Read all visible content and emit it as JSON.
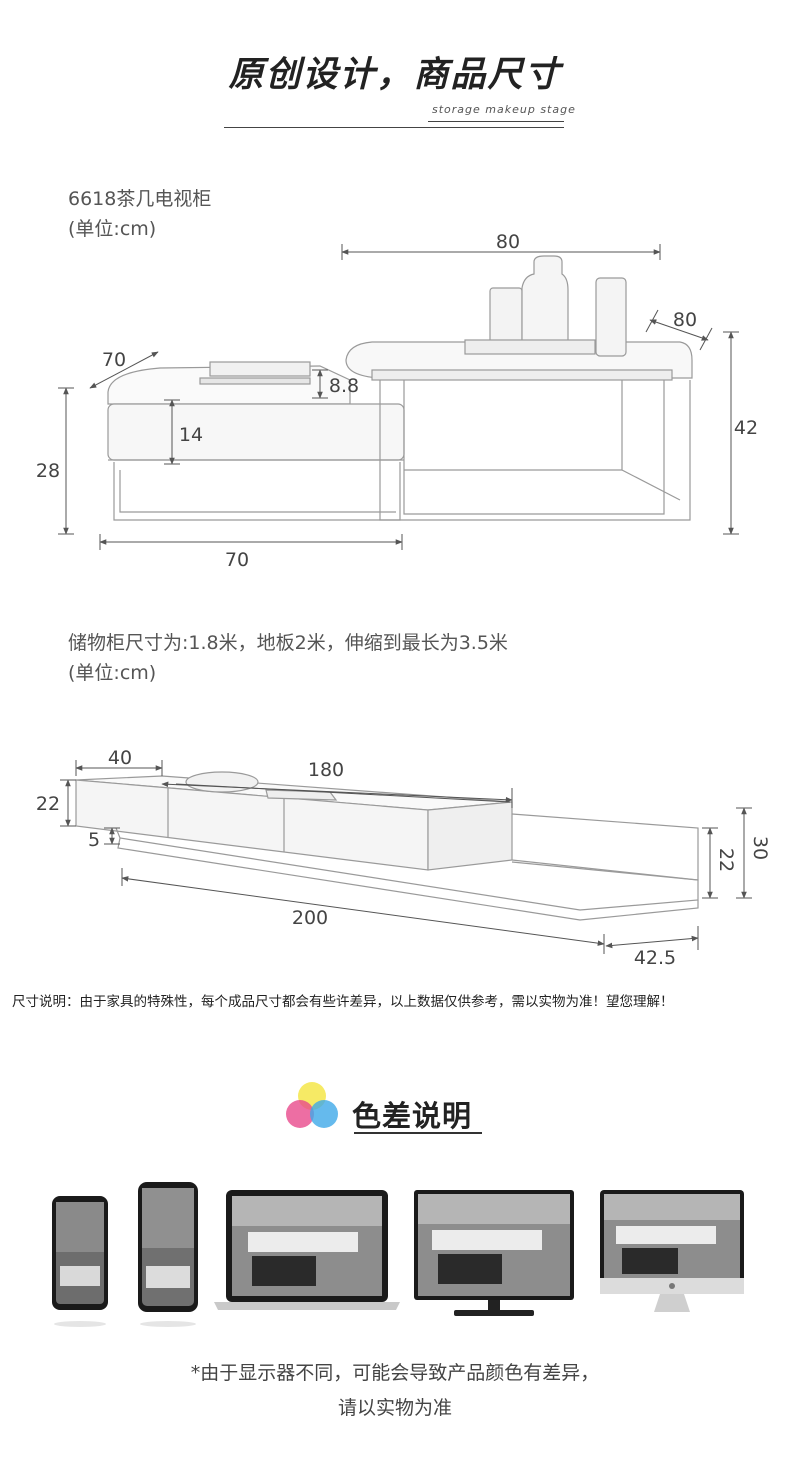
{
  "header": {
    "title": "原创设计，商品尺寸",
    "subtitle": "storage makeup stage"
  },
  "section1": {
    "product_name": "6618茶几电视柜",
    "unit": "(单位:cm)",
    "dims": {
      "top_width": "80",
      "right_depth": "80",
      "right_height": "42",
      "left_depth": "70",
      "drawer_height": "8.8",
      "inner_height": "14",
      "left_height": "28",
      "bottom_width": "70"
    }
  },
  "section2": {
    "description": "储物柜尺寸为:1.8米，地板2米，伸缩到最长为3.5米",
    "unit": "(单位:cm)",
    "dims": {
      "left_depth": "40",
      "cabinet_length": "180",
      "left_height": "22",
      "base_gap": "5",
      "floor_length": "200",
      "ext_length": "42.5",
      "right_inner_height": "22",
      "right_height": "30"
    }
  },
  "disclaimer": "尺寸说明：由于家具的特殊性，每个成品尺寸都会有些许差异，以上数据仅供参考，需以实物为准！望您理解！",
  "color_diff": {
    "title": "色差说明",
    "icon": "rgb-circles-icon",
    "devices": [
      "phone",
      "phone",
      "laptop",
      "monitor",
      "imac"
    ],
    "footer_line1": "*由于显示器不同，可能会导致产品颜色有差异，",
    "footer_line2": "请以实物为准"
  }
}
